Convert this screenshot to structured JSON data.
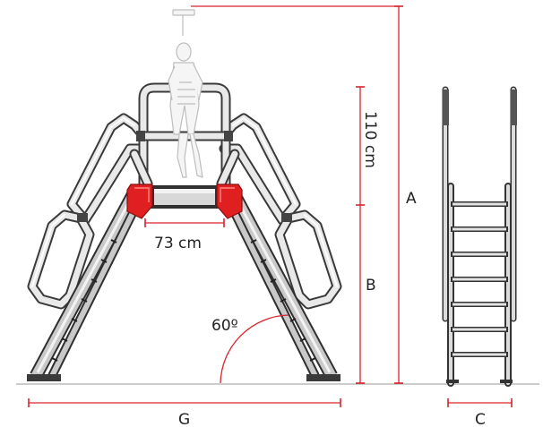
{
  "labels": {
    "height_110": "110 cm",
    "width_73": "73 cm",
    "angle": "60º",
    "dim_a": "A",
    "dim_b": "B",
    "dim_c": "C",
    "dim_g": "G"
  },
  "colors": {
    "dimension_line": "#d6252b",
    "bracket": "#e02020",
    "frame": "#3a3a3a",
    "ground": "#999999"
  }
}
